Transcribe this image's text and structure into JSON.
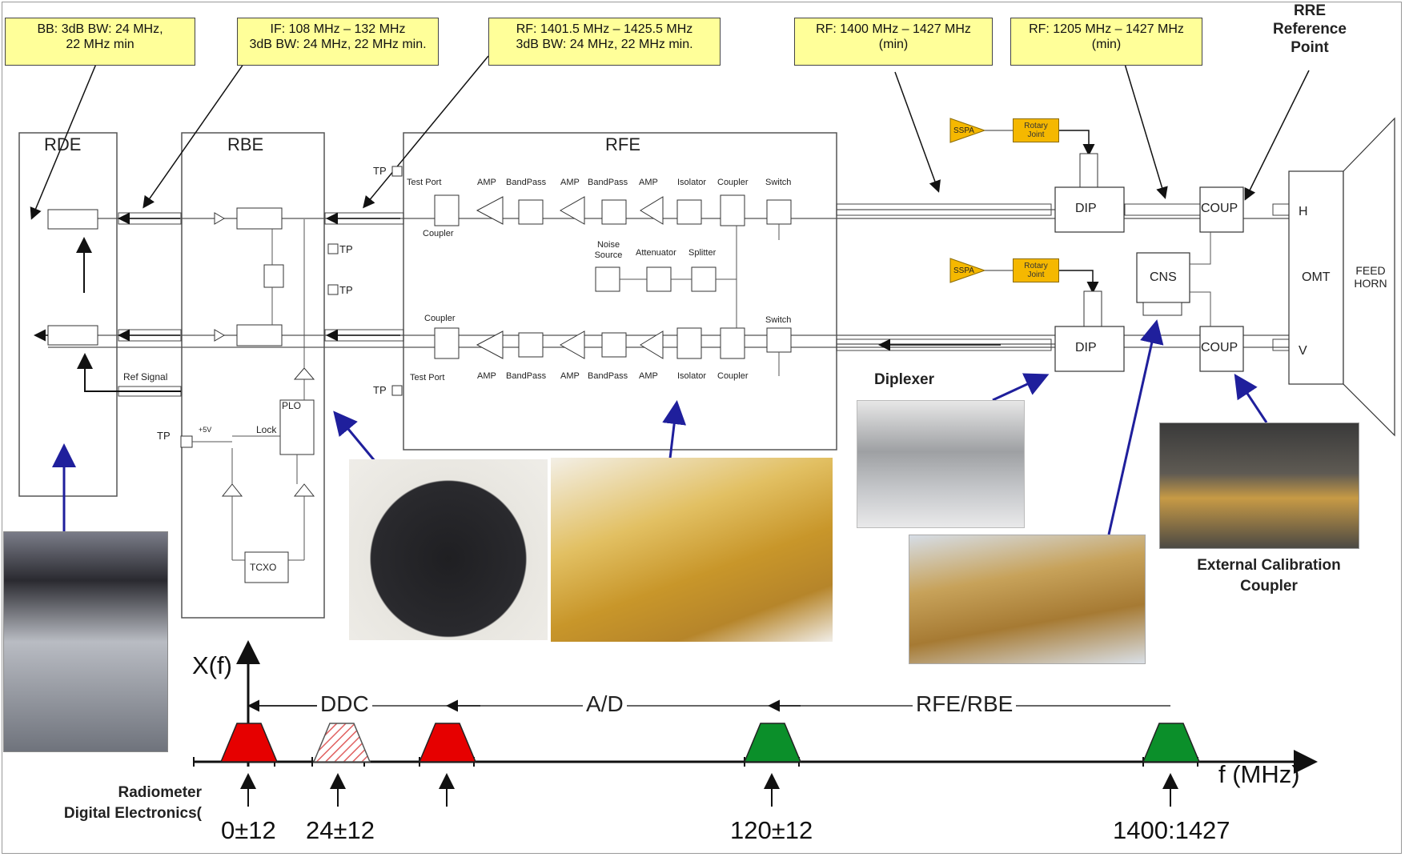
{
  "notes": {
    "bb": "BB: 3dB BW: 24 MHz,\n22 MHz min",
    "if": "IF: 108 MHz – 132 MHz\n3dB BW: 24 MHz, 22 MHz min.",
    "rf_narrow": "RF: 1401.5 MHz – 1425.5 MHz\n3dB BW: 24 MHz, 22 MHz min.",
    "rf_1400": "RF: 1400 MHz – 1427 MHz\n(min)",
    "rf_1205": "RF: 1205 MHz – 1427 MHz\n(min)"
  },
  "ref_point": "RRE\nReference\nPoint",
  "blocks": {
    "rde": "RDE",
    "rbe": "RBE",
    "rfe": "RFE",
    "dip": "DIP",
    "coup": "COUP",
    "cns": "CNS",
    "omt": "OMT",
    "feed_horn": "FEED\nHORN",
    "tcxo": "TCXO",
    "plo": "PLO",
    "ssp": "SSPA",
    "rotary_joint": "Rotary\nJoint"
  },
  "pol": {
    "h": "H",
    "v": "V"
  },
  "rfe_labels": {
    "test_port": "Test Port",
    "coupler": "Coupler",
    "amp": "AMP",
    "bandpass": "BandPass",
    "isolator": "Isolator",
    "switch": "Switch",
    "noise_source": "Noise\nSource",
    "attenuator": "Attenuator",
    "splitter": "Splitter"
  },
  "rbe_labels": {
    "tp": "TP",
    "lock": "Lock",
    "ref_signal": "Ref Signal",
    "plus5v": "+5V"
  },
  "captions": {
    "diplexer": "Diplexer",
    "ext_cal": "External Calibration\nCoupler",
    "rde_caption": "Radiometer\nDigital Electronics("
  },
  "spectrum": {
    "y_label": "X(f)",
    "x_label": "f (MHz)",
    "stage_ddc": "DDC",
    "stage_ad": "A/D",
    "stage_rfe": "RFE/RBE",
    "ticks": [
      "0±12",
      "24±12",
      "120±12",
      "1400:1427"
    ]
  },
  "colors": {
    "note_fill": "#ffff99",
    "red": "#e60000",
    "green": "#0b8f2a",
    "amber": "#f5b800",
    "arrow_blue": "#1f1f9c"
  }
}
